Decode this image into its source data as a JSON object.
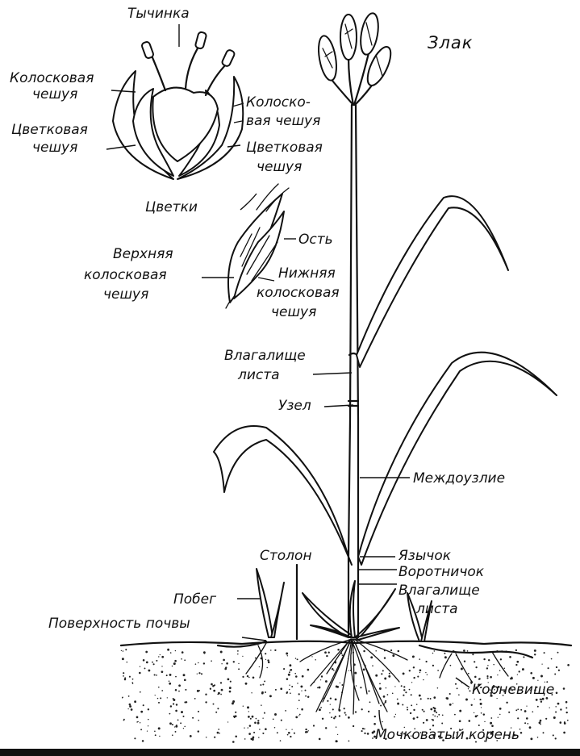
{
  "diagram": {
    "title": "Злак",
    "labels": {
      "stamen": "Тычинка",
      "glume_left": [
        "Колосковая",
        "чешуя"
      ],
      "lemma_left": [
        "Цветковая",
        "чешуя"
      ],
      "glume_right": [
        "Колоско-",
        "вая чешуя"
      ],
      "lemma_right": [
        "Цветковая",
        "чешуя"
      ],
      "florets": "Цветки",
      "awn": "Ость",
      "upper_glume": [
        "Верхняя",
        "колосковая",
        "чешуя"
      ],
      "lower_glume": [
        "Нижняя",
        "колосковая",
        "чешуя"
      ],
      "leaf_sheath_upper": [
        "Влагалище",
        "листа"
      ],
      "node": "Узел",
      "internode": "Междоузлие",
      "stolon": "Столон",
      "ligule": "Язычок",
      "collar": "Воротничок",
      "leaf_sheath_lower": [
        "Влагалище",
        "листа"
      ],
      "shoot": "Побег",
      "soil_surface": "Поверхность почвы",
      "rhizome": "Корневище",
      "fibrous_root": "Мочковатый корень"
    }
  }
}
